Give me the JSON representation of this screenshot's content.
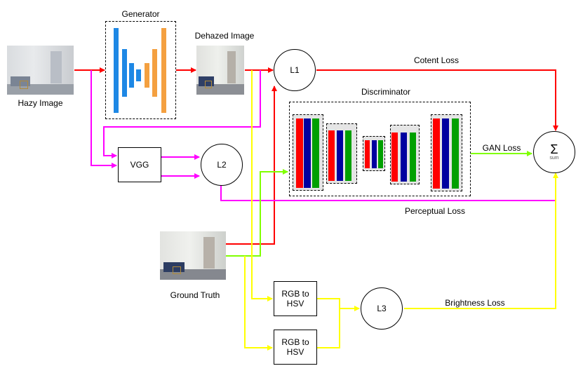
{
  "labels": {
    "generator": "Generator",
    "dehazed_image": "Dehazed Image",
    "hazy_image": "Hazy Image",
    "discriminator": "Discriminator",
    "ground_truth": "Ground Truth",
    "content_loss": "Cotent Loss",
    "gan_loss": "GAN Loss",
    "perceptual_loss": "Perceptual Loss",
    "brightness_loss": "Brightness Loss"
  },
  "nodes": {
    "vgg": "VGG",
    "l1": "L1",
    "l2": "L2",
    "l3": "L3",
    "rgb_to_hsv_1_line1": "RGB to",
    "rgb_to_hsv_1_line2": "HSV",
    "rgb_to_hsv_2_line1": "RGB to",
    "rgb_to_hsv_2_line2": "HSV",
    "sum_symbol": "Σ",
    "sum_sub": "sum"
  },
  "colors": {
    "content_path": "#ff0000",
    "perceptual_path": "#ff00ff",
    "gan_path": "#80ff00",
    "brightness_path": "#ffff00",
    "generator_encoder": "#1e88e5",
    "generator_decoder": "#f4a040",
    "disc_red": "#ff0000",
    "disc_blue": "#0000a0",
    "disc_green": "#00a000"
  }
}
